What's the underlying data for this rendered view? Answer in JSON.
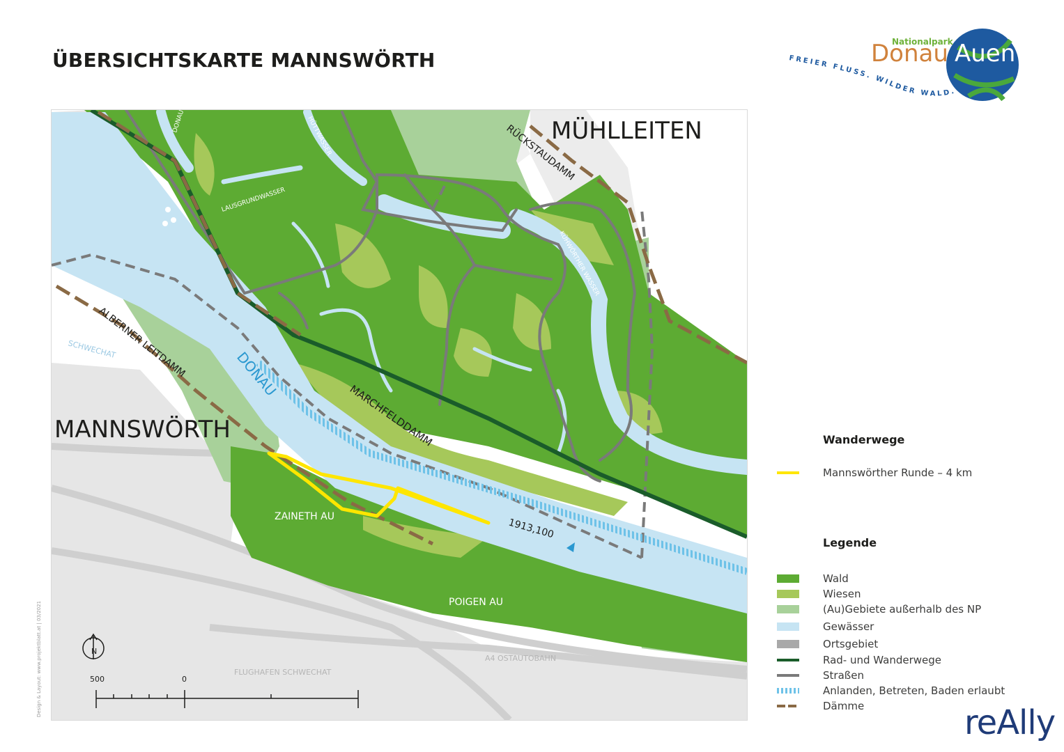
{
  "title": "ÜBERSICHTSKARTE MANNSWÖRTH",
  "logo": {
    "small": "Nationalpark",
    "word1": "Donau",
    "word2": "Auen",
    "tagline": "FREIER FLUSS. WILDER WALD."
  },
  "credit": "Design & Layout: www.projektblatt.at | 03/2021",
  "places": {
    "muehlleiten": "MÜHLLEITEN",
    "mannswoerth": "MANNSWÖRTH",
    "donau": "DONAU",
    "zaineth_au": "ZAINETH AU",
    "poigen_au": "POIGEN AU",
    "flughafen": "FLUGHAFEN SCHWECHAT",
    "a4": "A4 OSTAUTOBAHN",
    "schwechat": "SCHWECHAT",
    "marchfelddamm": "MARCHFELDDAMM",
    "albernerleitdamm": "ALBERNER LEITDAMM",
    "rueckstaudamm": "RÜCKSTAUDAMM",
    "kuehwoerther": "KÜHWÖRTHER WASSER",
    "lausgrund": "LAUSGRUNDWASSER",
    "huettwasser": "HÜTTWASSER",
    "donauo": "DONAU-O",
    "km": "1913,100"
  },
  "scale": {
    "left": "500",
    "zero": "0"
  },
  "wanderwege": {
    "heading": "Wanderwege",
    "items": [
      {
        "label": "Mannswörther Runde – 4 km",
        "color": "#ffe600"
      }
    ]
  },
  "legende": {
    "heading": "Legende",
    "items": [
      {
        "label": "Wald",
        "color": "#5dab33",
        "style": "fill"
      },
      {
        "label": "Wiesen",
        "color": "#a6c85a",
        "style": "fill"
      },
      {
        "label": "(Au)Gebiete außerhalb des NP",
        "color": "#a8d19a",
        "style": "fill"
      },
      {
        "label": "Gewässer",
        "color": "#c6e4f3",
        "style": "fill"
      },
      {
        "label": "Ortsgebiet",
        "color": "#a9a9a9",
        "style": "fill"
      },
      {
        "label": "Rad- und Wanderwege",
        "color": "#1a5c2a",
        "style": "line"
      },
      {
        "label": "Straßen",
        "color": "#7a7a7a",
        "style": "line"
      },
      {
        "label": "Anlanden, Betreten, Baden erlaubt",
        "color": "#6ec2e8",
        "style": "hatch"
      },
      {
        "label": "Dämme",
        "color": "#8a6a45",
        "style": "dash"
      }
    ]
  },
  "brand": "reAlly"
}
